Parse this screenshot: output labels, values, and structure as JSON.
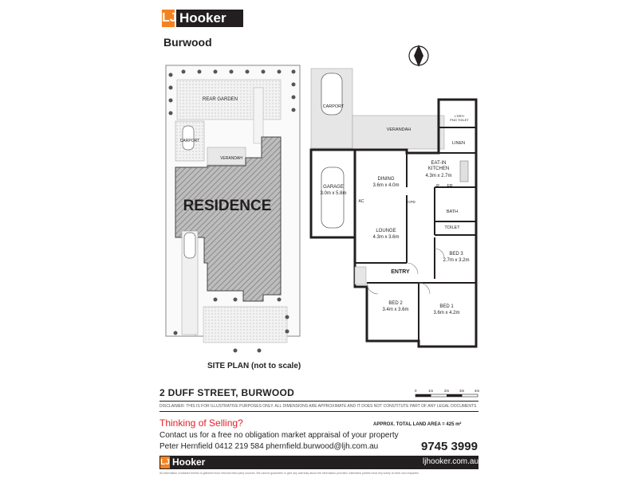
{
  "brand": {
    "mark": "LJ",
    "name": "Hooker",
    "office": "Burwood",
    "colors": {
      "orange": "#f58220",
      "black": "#231f20",
      "red": "#e31f26"
    }
  },
  "site_plan": {
    "residence": "RESIDENCE",
    "rear_garden": "REAR GARDEN",
    "carport": "CARPORT",
    "verandah": "VERANDAH",
    "caption": "SITE PLAN (not to scale)"
  },
  "floor_plan": {
    "compass": "N",
    "carport": "CARPORT",
    "verandah": "VERANDAH",
    "garage": {
      "name": "GARAGE",
      "size": "3.0m x 5.8m"
    },
    "dining": {
      "name": "DINING",
      "size": "3.6m x 4.0m"
    },
    "kitchen": {
      "name": "EAT-IN\nKITCHEN",
      "size": "4.3m x 2.7m"
    },
    "lounge": {
      "name": "LOUNGE",
      "size": "4.3m x 3.6m"
    },
    "bed3": {
      "name": "BED 3",
      "size": "2.7m x 3.2m"
    },
    "bed2": {
      "name": "BED 2",
      "size": "3.4m x 3.6m"
    },
    "bed1": {
      "name": "BED 1",
      "size": "3.6m x 4.2m"
    },
    "entry": "ENTRY",
    "bath": "BATH",
    "toilet": "TOILET",
    "linen": "LINEN",
    "laundry": "L'DRY/\nPNO TOILET",
    "ac": "AC",
    "cpd": "CPD",
    "pantry": "P",
    "fridge": "FR"
  },
  "scale": {
    "ticks": [
      "0",
      "1m",
      "2m",
      "3m",
      "4m"
    ]
  },
  "address": "2 DUFF STREET, BURWOOD",
  "disclaimer": "DISCLAIMER: THIS IS FOR ILLUSTRATIVE PURPOSES ONLY. ALL DIMENSIONS ARE APPROXIMATE AND IT DOES NOT CONSTITUTE PART OF ANY LEGAL DOCUMENTS",
  "land_area": "APPROX. TOTAL LAND AREA = 425 m²",
  "promo": {
    "headline": "Thinking of Selling?",
    "line": "Contact us for a free no obligation market appraisal of your property",
    "agent": "Peter Hernfield 0412 219 584  phernfield.burwood@ljh.com.au",
    "phone": "9745 3999"
  },
  "footer": {
    "url": "ljhooker.com.au",
    "fineprint": "All information contained therein is gathered from relevant third party sources. We cannot guarantee or give any warranty about the information provided. Interested parties must rely solely on their own enquiries."
  }
}
